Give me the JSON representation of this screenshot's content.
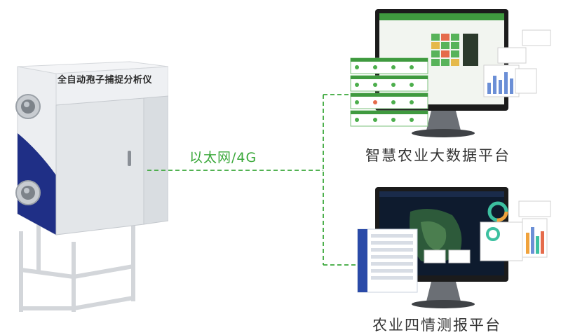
{
  "device": {
    "title": "全自动孢子捕捉分析仪"
  },
  "connection": {
    "label": "以太网/4G",
    "line_color": "#3aa83a"
  },
  "platforms": [
    {
      "label": "智慧农业大数据平台",
      "theme": "green-dashboard"
    },
    {
      "label": "农业四情测报平台",
      "theme": "map-dashboard"
    }
  ],
  "colors": {
    "cabinet_body": "#e6e8eb",
    "cabinet_accent": "#1f2f86",
    "dashed_line": "#3aa83a",
    "monitor_frame": "#1b1b1b"
  }
}
